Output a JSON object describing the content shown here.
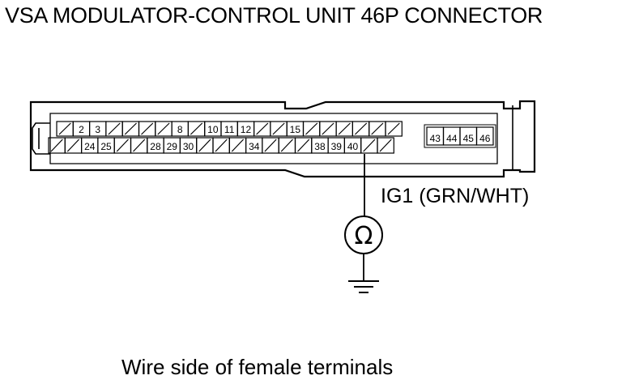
{
  "header": {
    "title": "VSA MODULATOR-CONTROL UNIT 46P CONNECTOR"
  },
  "connector": {
    "row1": [
      "",
      "2",
      "3",
      "",
      "",
      "",
      "",
      "8",
      "",
      "10",
      "11",
      "12",
      "",
      "",
      "15",
      "",
      "",
      "",
      "",
      "",
      ""
    ],
    "row2": [
      "",
      "",
      "24",
      "25",
      "",
      "",
      "28",
      "29",
      "30",
      "",
      "",
      "",
      "34",
      "",
      "",
      "",
      "38",
      "39",
      "40",
      "",
      ""
    ],
    "side_block": [
      "43",
      "44",
      "45",
      "46"
    ],
    "probe_terminal": "40"
  },
  "meter": {
    "symbol": "Ω",
    "icon": "ohmmeter-icon"
  },
  "wire": {
    "label": "IG1 (GRN/WHT)"
  },
  "ground": {
    "icon": "ground-icon"
  },
  "footer": {
    "caption": "Wire side of female terminals"
  }
}
